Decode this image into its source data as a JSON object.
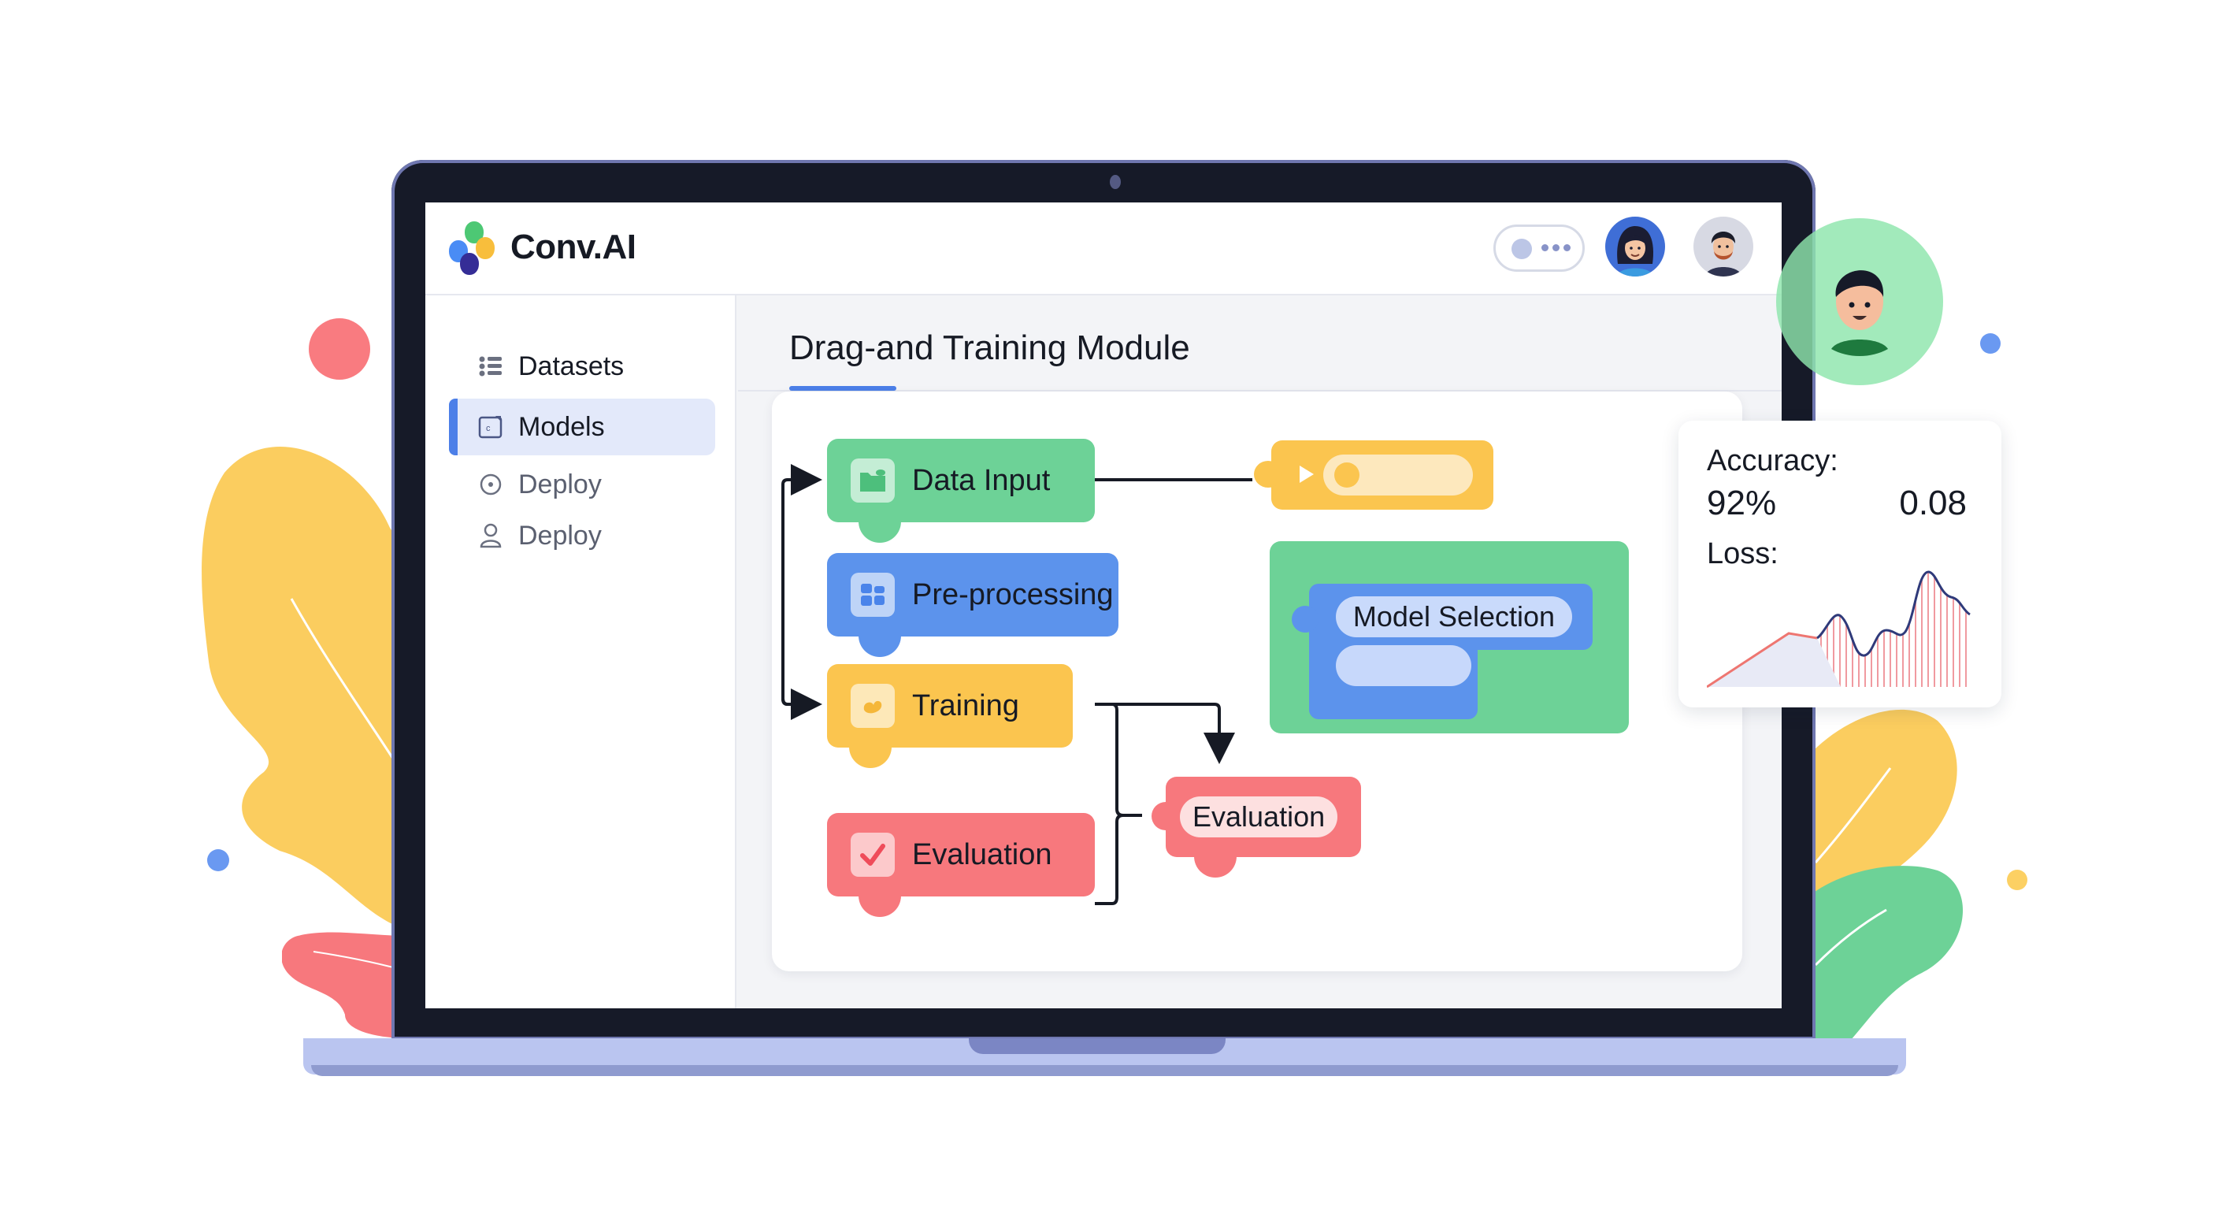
{
  "app": {
    "brand": "Conv.AI",
    "logo_colors": [
      "#4dc874",
      "#f8be3c",
      "#4a8cf5",
      "#352d96"
    ]
  },
  "header": {
    "status_toggle": {
      "icon": "toggle-dots-icon"
    },
    "avatars": [
      {
        "name": "user-avatar-woman",
        "bg": "#3f6ed6"
      },
      {
        "name": "user-avatar-man-beard",
        "bg": "#d7d9e3"
      }
    ]
  },
  "sidebar": {
    "items": [
      {
        "label": "Datasets",
        "icon": "list-icon",
        "active": false
      },
      {
        "label": "Models",
        "icon": "model-icon",
        "active": true
      },
      {
        "label": "Deploy",
        "icon": "deploy-circle-icon",
        "active": false
      },
      {
        "label": "Deploy",
        "icon": "user-icon",
        "active": false
      }
    ]
  },
  "main": {
    "title": "Drag-and Training Module",
    "canvas": {
      "blocks": [
        {
          "id": "data-input",
          "label": "Data Input",
          "color": "#6dd297",
          "icon": "folder-icon"
        },
        {
          "id": "pre-processing",
          "label": "Pre-processing",
          "color": "#5c93ec",
          "icon": "grid-icon"
        },
        {
          "id": "training",
          "label": "Training",
          "color": "#fbc54f",
          "icon": "training-icon"
        },
        {
          "id": "evaluation-left",
          "label": "Evaluation",
          "color": "#f7787d",
          "icon": "check-icon"
        },
        {
          "id": "evaluation-right",
          "label": "Evaluation",
          "color": "#f7787d"
        },
        {
          "id": "run-block",
          "label": "",
          "color": "#fbc54f",
          "icon": "play-icon"
        },
        {
          "id": "model-selection-container",
          "label": "",
          "color": "#6dd297"
        },
        {
          "id": "model-selection",
          "label": "Model Selection",
          "color": "#5c93ec"
        }
      ]
    }
  },
  "metrics": {
    "accuracy_label": "Accuracy:",
    "accuracy_value": "92%",
    "loss_value": "0.08",
    "loss_label": "Loss:"
  },
  "colors": {
    "accent": "#4c7fe8",
    "bezel": "#161a28",
    "laptop_base": "#bac5f0"
  }
}
